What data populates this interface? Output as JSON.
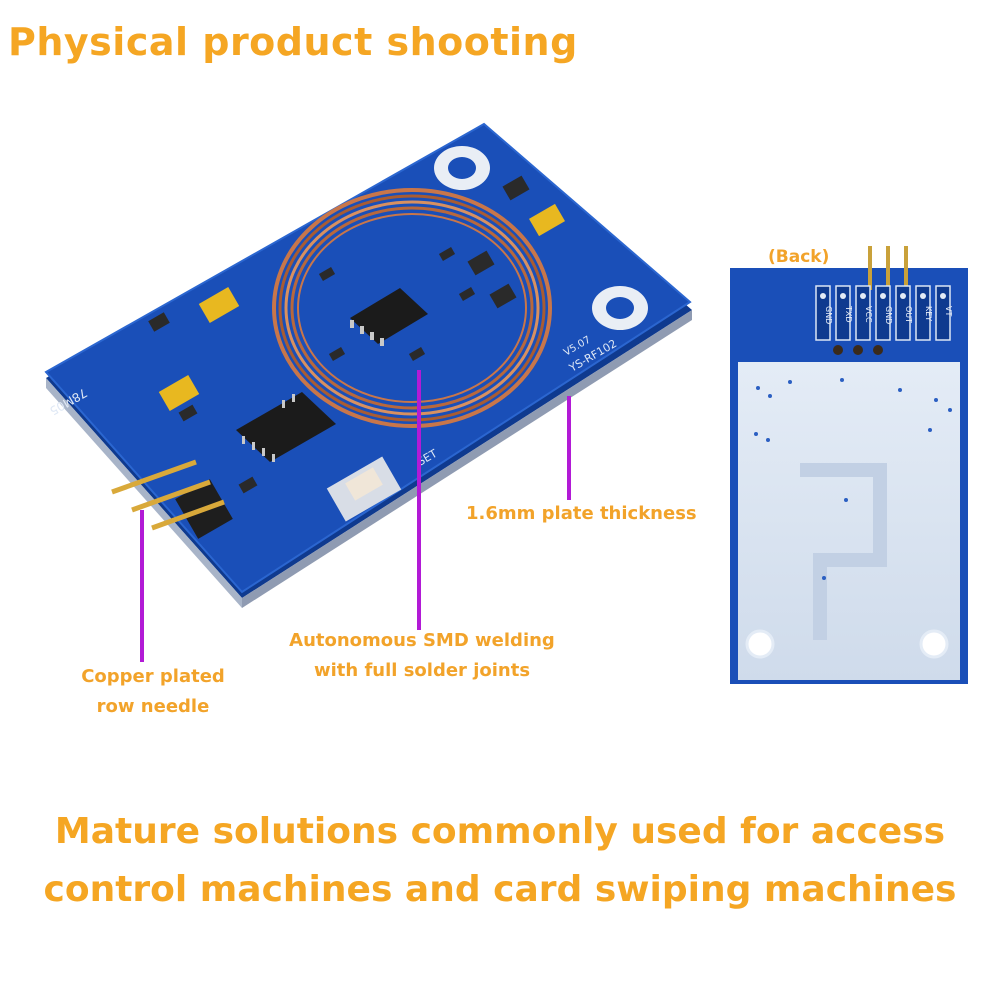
{
  "header": {
    "title": "Physical product shooting"
  },
  "front_board": {
    "silkscreen_model": "YS-RF102",
    "silkscreen_version": "V5.07",
    "silkscreen_regulator": "78M05",
    "silkscreen_set": "SET"
  },
  "back_board": {
    "caption": "(Back)",
    "pin_labels": [
      "GND",
      "TXD",
      "VCC",
      "GND",
      "OUT",
      "KEY",
      "VT"
    ]
  },
  "callouts": {
    "plate_thickness": "1.6mm plate thickness",
    "smd_welding_line1": "Autonomous SMD welding",
    "smd_welding_line2": "with full solder joints",
    "copper_pin_line1": "Copper plated",
    "copper_pin_line2": "row needle"
  },
  "footer": {
    "line1": "Mature solutions commonly used for access",
    "line2": "control machines and card swiping machines"
  },
  "colors": {
    "accent_orange": "#f5a623",
    "pcb_blue": "#1a4fb8",
    "callout_line": "#b21ad6",
    "copper_coil": "#c8764a"
  }
}
